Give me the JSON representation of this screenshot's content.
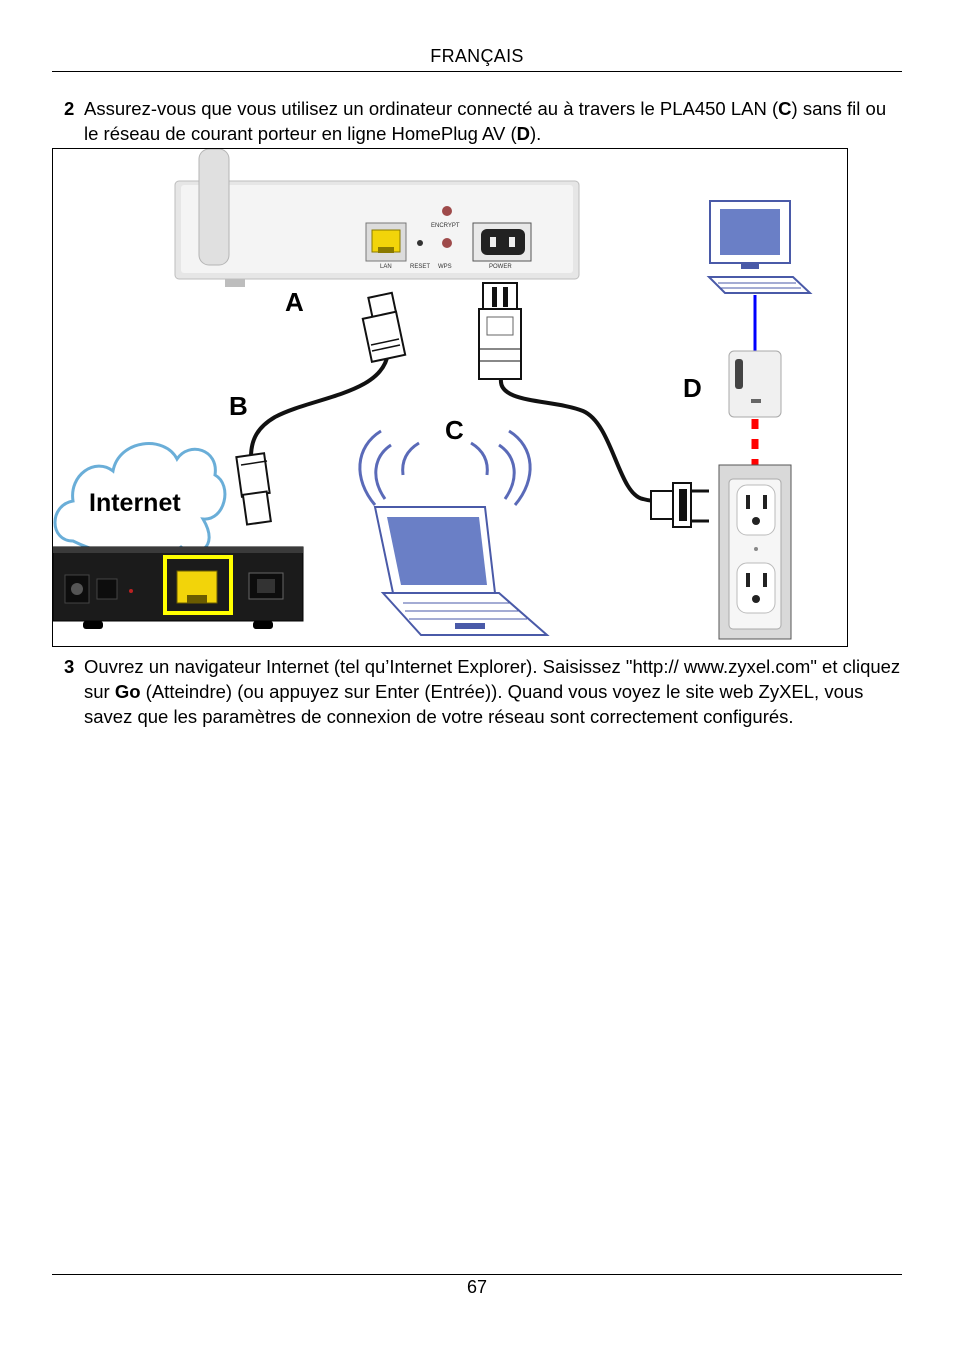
{
  "header": {
    "language": "FRANÇAIS"
  },
  "steps": [
    {
      "number": "2",
      "t1": "Assurez-vous que vous utilisez un ordinateur connecté au à travers le PLA450 LAN (",
      "b1": "C",
      "t2": ") sans fil ou le réseau de courant porteur en ligne HomePlug AV (",
      "b2": "D",
      "t3": ")."
    },
    {
      "number": "3",
      "t1": "Ouvrez un navigateur Internet (tel qu’Internet Explorer). Saisissez \"http:// www.zyxel.com\" et cliquez sur ",
      "b1": "Go",
      "t2": " (Atteindre) (ou appuyez sur Enter (Entrée)). Quand vous voyez le site web ZyXEL, vous savez que les paramètres de connexion de votre réseau sont correctement configurés."
    }
  ],
  "figure": {
    "labels": {
      "a": "A",
      "b": "B",
      "c": "C",
      "d": "D",
      "internet": "Internet"
    },
    "device_ports": {
      "lan": "LAN",
      "reset": "RESET",
      "wps": "WPS",
      "encrypt": "ENCRYPT",
      "power": "POWER"
    },
    "colors": {
      "lan_port": "#f2d40a",
      "highlight": "#ffff00",
      "ethernet_link": "#0000ff",
      "powerline_link": "#ff0000",
      "cloud": "#6aaed8",
      "screen": "#6a7fc6"
    }
  },
  "footer": {
    "page_number": "67"
  }
}
